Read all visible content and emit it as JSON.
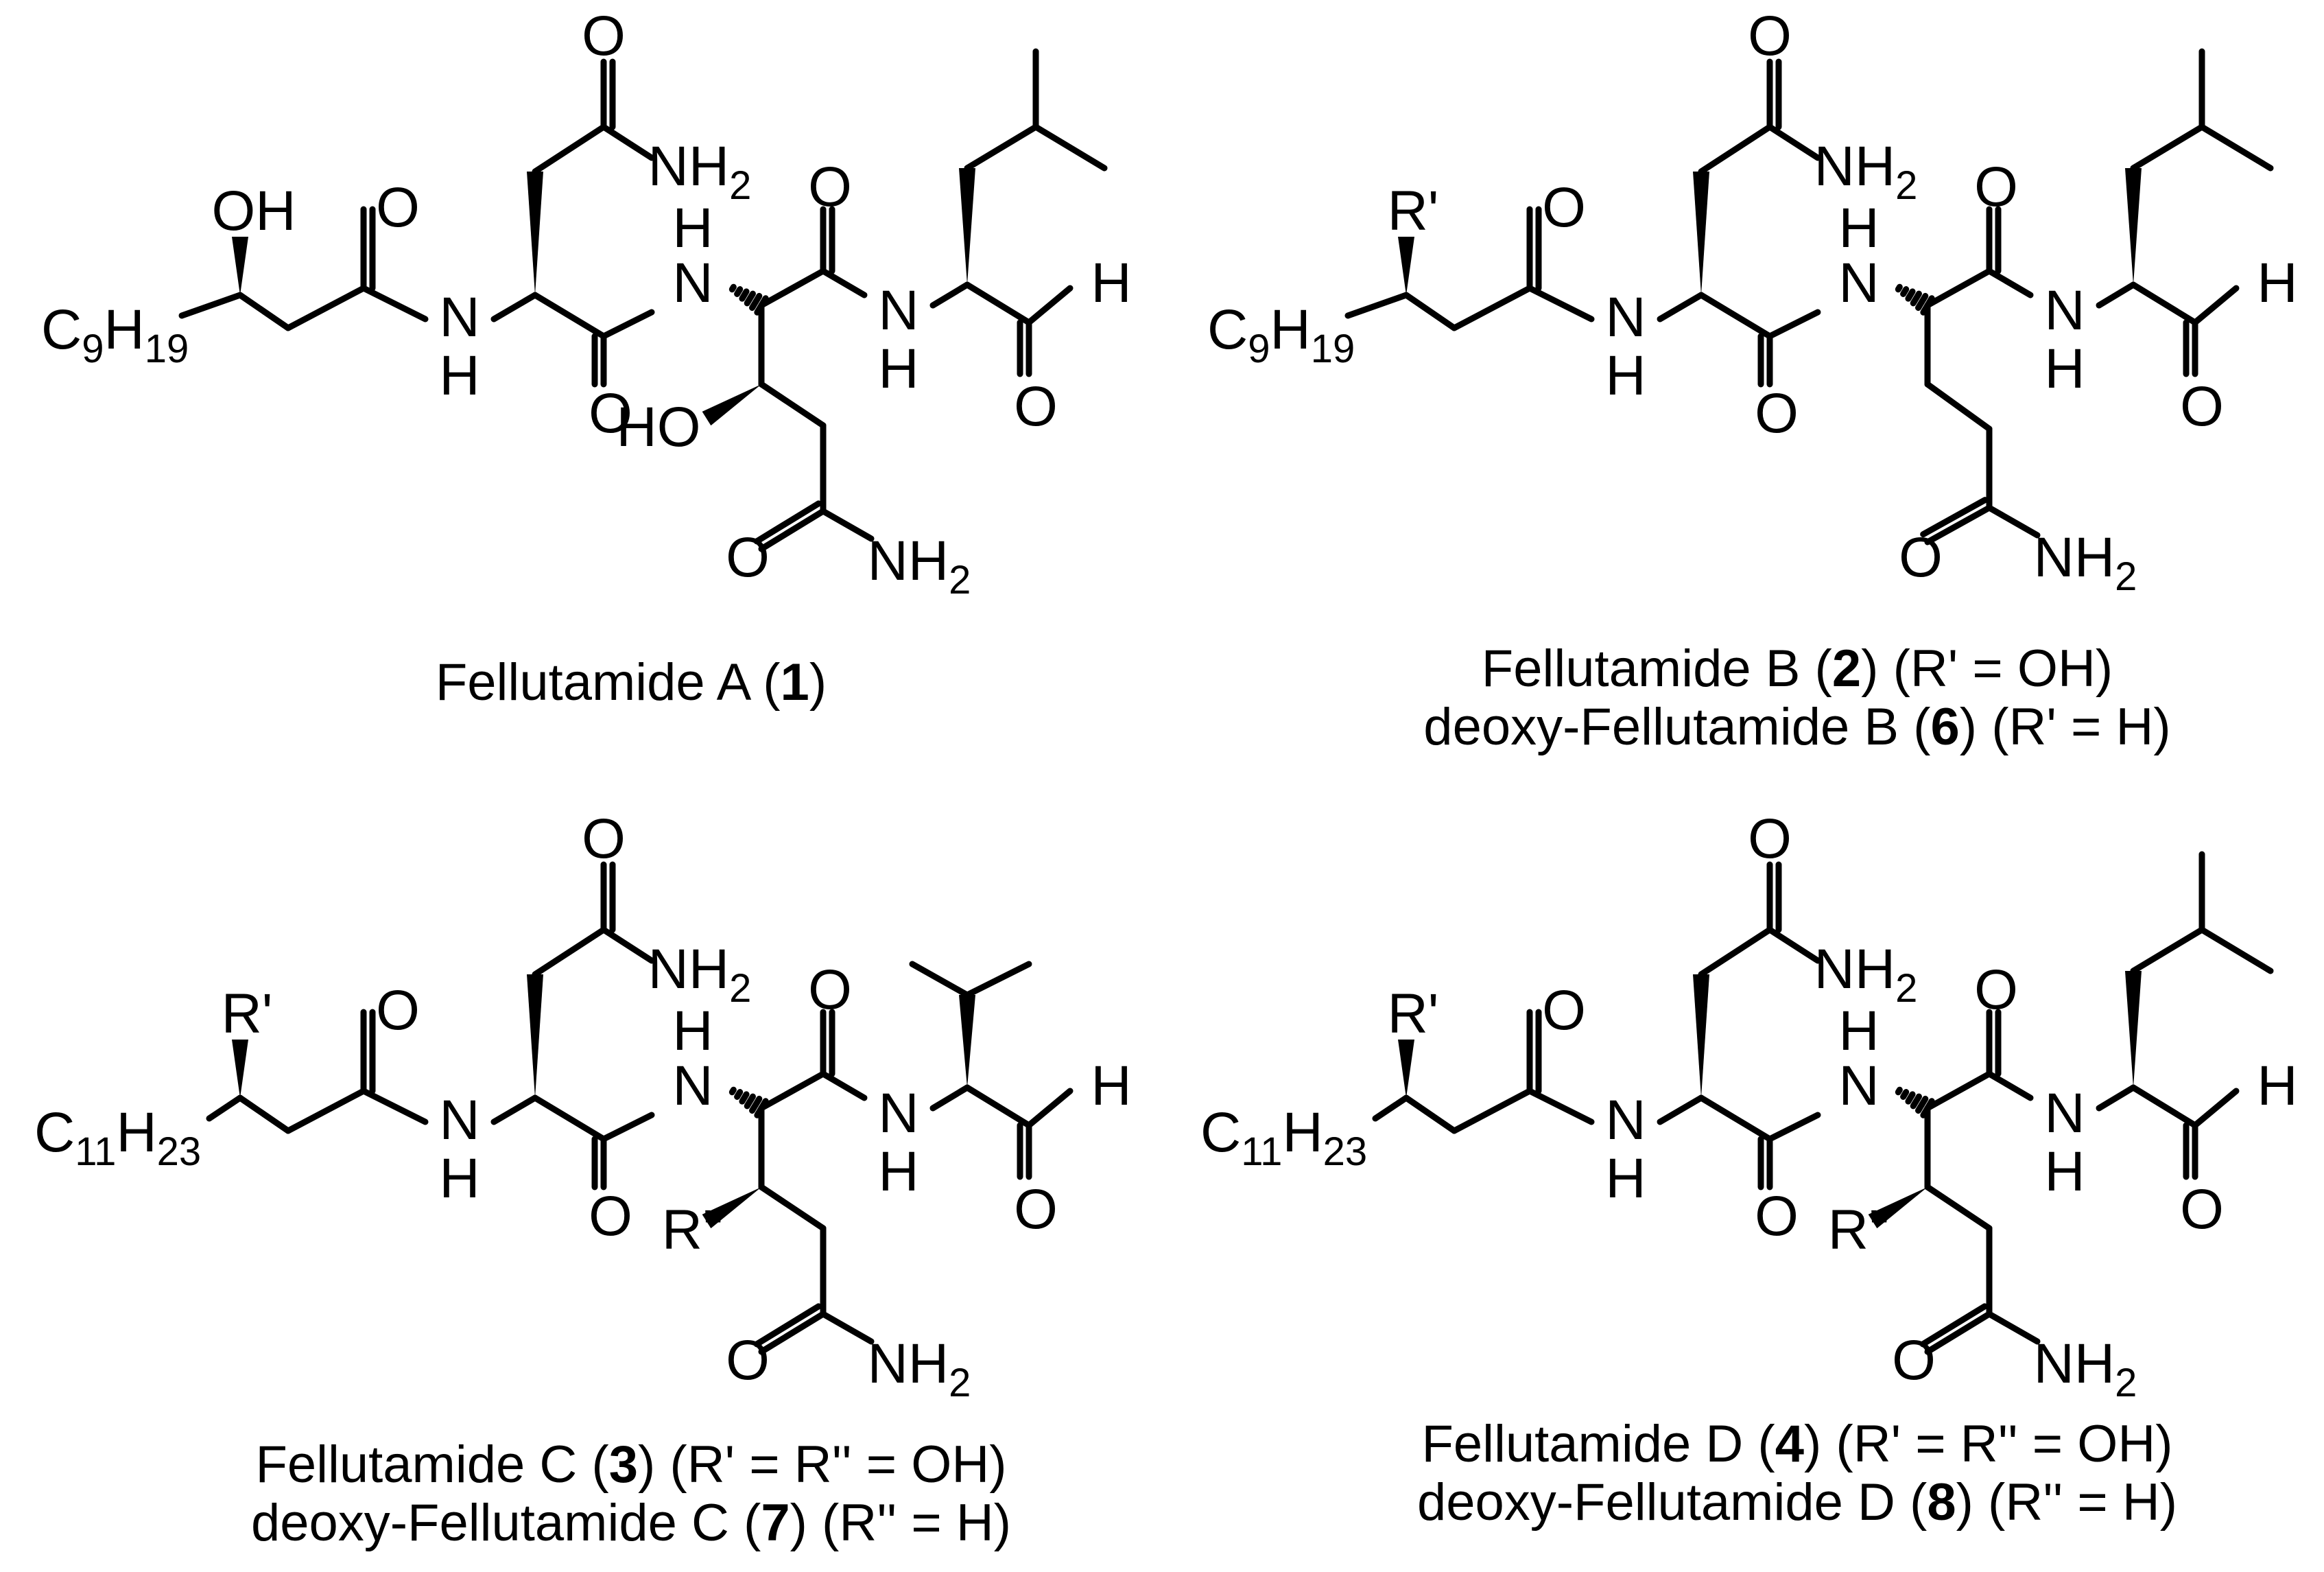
{
  "structures": [
    {
      "atoms": {
        "chain": "C9H19",
        "oh_top": "OH",
        "o1": "O",
        "nh1_n": "N",
        "nh1_h": "H",
        "asn_o": "O",
        "asn_nh2": "NH2",
        "o2": "O",
        "nh2_h": "H",
        "nh2_n": "N",
        "o3": "O",
        "nh3_n": "N",
        "nh3_h": "H",
        "ald_h": "H",
        "ald_o": "O",
        "side_ho": "HO",
        "side_o": "O",
        "side_nh2": "NH2"
      },
      "caption": [
        {
          "line": [
            {
              "t": "Fellutamide A ("
            },
            {
              "t": "1",
              "b": true
            },
            {
              "t": ")"
            }
          ]
        }
      ]
    },
    {
      "atoms": {
        "chain": "C9H19",
        "r1": "R'",
        "o1": "O",
        "nh1_n": "N",
        "nh1_h": "H",
        "asn_o": "O",
        "asn_nh2": "NH2",
        "o2": "O",
        "nh2_h": "H",
        "nh2_n": "N",
        "o3": "O",
        "nh3_n": "N",
        "nh3_h": "H",
        "ald_h": "H",
        "ald_o": "O",
        "side_o": "O",
        "side_nh2": "NH2"
      },
      "caption": [
        {
          "line": [
            {
              "t": "Fellutamide B ("
            },
            {
              "t": "2",
              "b": true
            },
            {
              "t": ") (R' = OH)"
            }
          ]
        },
        {
          "line": [
            {
              "t": "deoxy-Fellutamide B ("
            },
            {
              "t": "6",
              "b": true
            },
            {
              "t": ") (R' = H)"
            }
          ]
        }
      ]
    },
    {
      "atoms": {
        "chain": "C11H23",
        "r1": "R'",
        "o1": "O",
        "nh1_n": "N",
        "nh1_h": "H",
        "asn_o": "O",
        "asn_nh2": "NH2",
        "o2": "O",
        "nh2_h": "H",
        "nh2_n": "N",
        "o3": "O",
        "nh3_n": "N",
        "nh3_h": "H",
        "ald_h": "H",
        "ald_o": "O",
        "r2": "R''",
        "side_o": "O",
        "side_nh2": "NH2"
      },
      "caption": [
        {
          "line": [
            {
              "t": "Fellutamide C ("
            },
            {
              "t": "3",
              "b": true
            },
            {
              "t": ") (R' = R'' = OH)"
            }
          ]
        },
        {
          "line": [
            {
              "t": "deoxy-Fellutamide C ("
            },
            {
              "t": "7",
              "b": true
            },
            {
              "t": ") (R'' = H)"
            }
          ]
        }
      ]
    },
    {
      "atoms": {
        "chain": "C11H23",
        "r1": "R'",
        "o1": "O",
        "nh1_n": "N",
        "nh1_h": "H",
        "asn_o": "O",
        "asn_nh2": "NH2",
        "o2": "O",
        "nh2_h": "H",
        "nh2_n": "N",
        "o3": "O",
        "nh3_n": "N",
        "nh3_h": "H",
        "ald_h": "H",
        "ald_o": "O",
        "r2": "R''",
        "side_o": "O",
        "side_nh2": "NH2"
      },
      "caption": [
        {
          "line": [
            {
              "t": "Fellutamide D ("
            },
            {
              "t": "4",
              "b": true
            },
            {
              "t": ") (R' = R'' = OH)"
            }
          ]
        },
        {
          "line": [
            {
              "t": "deoxy-Fellutamide D ("
            },
            {
              "t": "8",
              "b": true
            },
            {
              "t": ") (R'' = H)"
            }
          ]
        }
      ]
    }
  ]
}
